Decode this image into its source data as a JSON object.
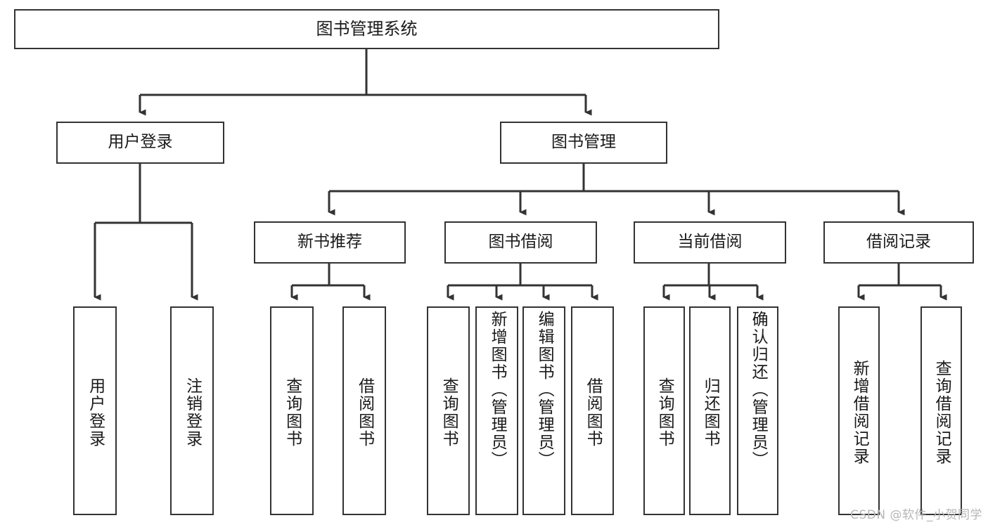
{
  "diagram": {
    "title": "图书管理系统",
    "root": {
      "label": "图书管理系统"
    },
    "level2": [
      {
        "label": "用户登录"
      },
      {
        "label": "图书管理"
      }
    ],
    "level3": [
      {
        "label": "新书推荐"
      },
      {
        "label": "图书借阅"
      },
      {
        "label": "当前借阅"
      },
      {
        "label": "借阅记录"
      }
    ],
    "leaves": {
      "user_login": [
        {
          "label": "用户登录"
        },
        {
          "label": "注销登录"
        }
      ],
      "new_book_recommend": [
        {
          "label": "查询图书"
        },
        {
          "label": "借阅图书"
        }
      ],
      "book_borrow": [
        {
          "label": "查询图书"
        },
        {
          "label": "新增图书（管理员）"
        },
        {
          "label": "编辑图书（管理员）"
        },
        {
          "label": "借阅图书"
        }
      ],
      "current_borrow": [
        {
          "label": "查询图书"
        },
        {
          "label": "归还图书"
        },
        {
          "label": "确认归还（管理员）"
        }
      ],
      "borrow_record": [
        {
          "label": "新增借阅记录"
        },
        {
          "label": "查询借阅记录"
        }
      ]
    }
  },
  "watermark": {
    "text": "CSDN @软件_小贺同学"
  },
  "colors": {
    "border": "#333333",
    "background": "#ffffff",
    "text": "#1a1a1a",
    "watermark": "#b6b6b6"
  }
}
